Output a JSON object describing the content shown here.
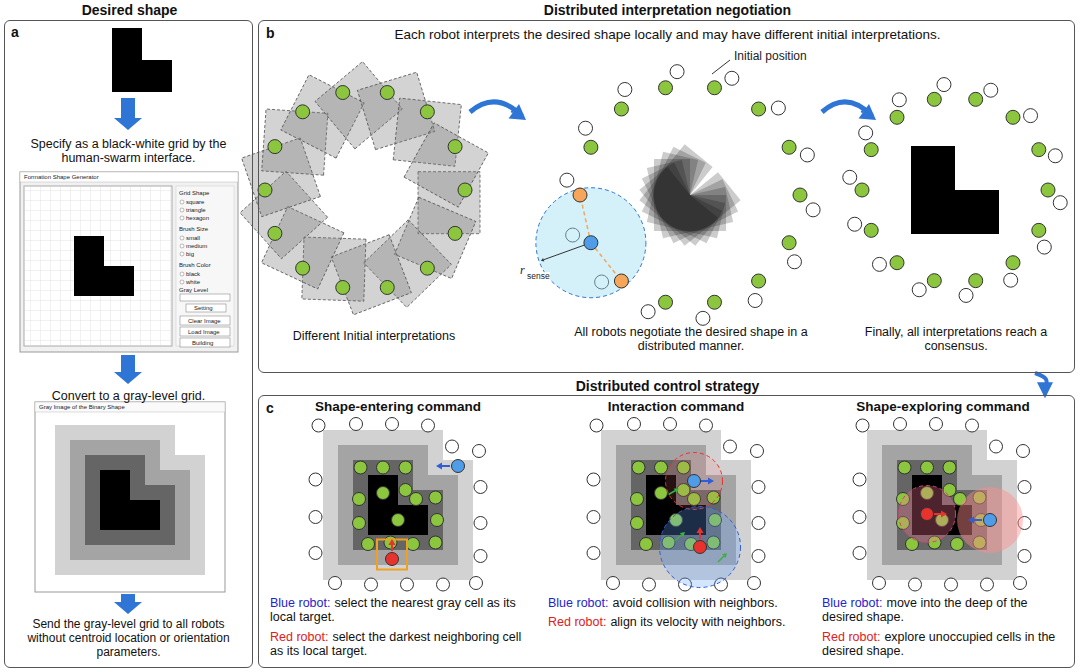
{
  "diagram": {
    "nodes": [
      {
        "text": [
          "Desired shape",
          "a",
          "Specify as a black-white grid by the human-swarm interface.",
          "Convert to a gray-level grid.",
          "Send the gray-level grid to all robots without centroid location or orientation parameters."
        ]
      },
      {
        "text": [
          "Distributed interpretation negotiation",
          "b",
          "Each robot interprets the desired shape locally and may have different initial interpretations.",
          "Different Initial interpretations",
          "All robots negotiate the desired shape in a distributed manner.",
          "Finally, all interpretations reach a consensus."
        ]
      },
      {
        "text": [
          "Distributed control strategy",
          "c"
        ]
      },
      {
        "text": [
          "Shape-entering command",
          "Blue robot:",
          "select the nearest gray cell as its local target.",
          "Red robot:",
          "select the darkest neighboring cell as its local target."
        ],
        "in": 2
      },
      {
        "text": [
          "Interaction command",
          "Blue robot:",
          "avoid collision with neighbors.",
          "Red robot:",
          "align its velocity with neighbors."
        ],
        "in": 2
      },
      {
        "text": [
          "Shape-exploring command",
          "Blue robot:",
          "move into the deep of the desired shape.",
          "Red robot:",
          "explore unoccupied cells in the desired shape."
        ],
        "in": 2
      }
    ],
    "edges": [
      {
        "from": 1,
        "to": 2,
        "arrow": "to"
      }
    ],
    "labels": [
      "Initial position",
      "r",
      "sense",
      "Formation Shape Generator",
      "Grid Shape",
      "square",
      "triangle",
      "hexagon",
      "Brush Size",
      "small",
      "medium",
      "big",
      "Brush Color",
      "black",
      "white",
      "Gray Level",
      "Setting",
      "Clear Image",
      "Load Image",
      "Building",
      "Gray Image of the Binary Shape"
    ]
  }
}
